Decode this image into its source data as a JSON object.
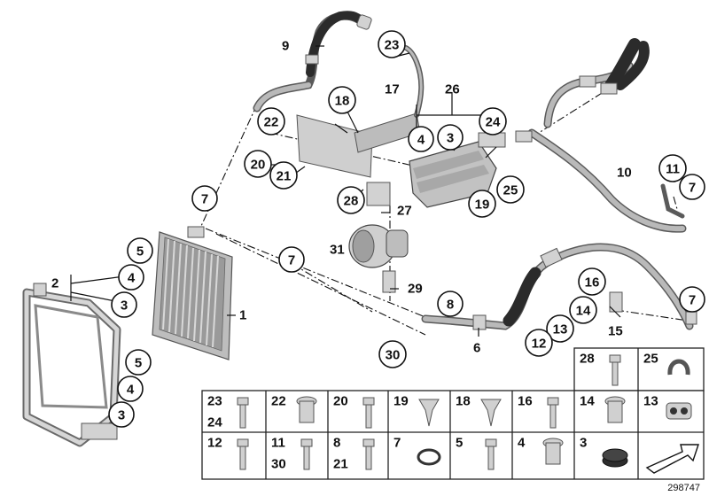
{
  "diagram": {
    "reference_number": "298747",
    "callouts": [
      {
        "id": "c7a",
        "text": "7"
      },
      {
        "id": "c5a",
        "text": "5"
      },
      {
        "id": "c4a",
        "text": "4"
      },
      {
        "id": "c3a",
        "text": "3"
      },
      {
        "id": "c5b",
        "text": "5"
      },
      {
        "id": "c4b",
        "text": "4"
      },
      {
        "id": "c3b",
        "text": "3"
      },
      {
        "id": "c23",
        "text": "23"
      },
      {
        "id": "c18",
        "text": "18"
      },
      {
        "id": "c22",
        "text": "22"
      },
      {
        "id": "c20",
        "text": "20"
      },
      {
        "id": "c21",
        "text": "21"
      },
      {
        "id": "c28",
        "text": "28"
      },
      {
        "id": "c4c",
        "text": "4"
      },
      {
        "id": "c3c",
        "text": "3"
      },
      {
        "id": "c24",
        "text": "24"
      },
      {
        "id": "c25",
        "text": "25"
      },
      {
        "id": "c19",
        "text": "19"
      },
      {
        "id": "c11",
        "text": "11"
      },
      {
        "id": "c7b",
        "text": "7"
      },
      {
        "id": "c7c",
        "text": "7"
      },
      {
        "id": "c8",
        "text": "8"
      },
      {
        "id": "c30",
        "text": "30"
      },
      {
        "id": "c16",
        "text": "16"
      },
      {
        "id": "c14",
        "text": "14"
      },
      {
        "id": "c13",
        "text": "13"
      },
      {
        "id": "c12",
        "text": "12"
      },
      {
        "id": "c7d",
        "text": "7"
      }
    ],
    "labels": [
      {
        "id": "l9",
        "text": "9"
      },
      {
        "id": "l17",
        "text": "17"
      },
      {
        "id": "l26",
        "text": "26"
      },
      {
        "id": "l10",
        "text": "10"
      },
      {
        "id": "l1",
        "text": "1"
      },
      {
        "id": "l2",
        "text": "2"
      },
      {
        "id": "l27",
        "text": "27"
      },
      {
        "id": "l31",
        "text": "31"
      },
      {
        "id": "l29",
        "text": "29"
      },
      {
        "id": "l6",
        "text": "6"
      },
      {
        "id": "l15",
        "text": "15"
      }
    ]
  },
  "parts_grid": {
    "cells": [
      {
        "id": "g28",
        "labels": [
          "28"
        ],
        "icon": "hex-bolt"
      },
      {
        "id": "g25",
        "labels": [
          "25"
        ],
        "icon": "hose-clip"
      },
      {
        "id": "g23",
        "labels": [
          "23",
          "24"
        ],
        "icon": "flange-bolt"
      },
      {
        "id": "g22",
        "labels": [
          "22"
        ],
        "icon": "grommet"
      },
      {
        "id": "g20",
        "labels": [
          "20"
        ],
        "icon": "collar-screw"
      },
      {
        "id": "g19",
        "labels": [
          "19"
        ],
        "icon": "push-rivet"
      },
      {
        "id": "g18",
        "labels": [
          "18"
        ],
        "icon": "expanding-nut"
      },
      {
        "id": "g16",
        "labels": [
          "16"
        ],
        "icon": "torx-screw"
      },
      {
        "id": "g14",
        "labels": [
          "14"
        ],
        "icon": "spacer-sleeve"
      },
      {
        "id": "g13",
        "labels": [
          "13"
        ],
        "icon": "double-pipe-clip"
      },
      {
        "id": "g12",
        "labels": [
          "12"
        ],
        "icon": "long-bolt"
      },
      {
        "id": "g11",
        "labels": [
          "11",
          "30"
        ],
        "icon": "stud-bolt"
      },
      {
        "id": "g8",
        "labels": [
          "8",
          "21"
        ],
        "icon": "hex-bolt"
      },
      {
        "id": "g7",
        "labels": [
          "7"
        ],
        "icon": "o-ring"
      },
      {
        "id": "g5",
        "labels": [
          "5"
        ],
        "icon": "small-screw"
      },
      {
        "id": "g4",
        "labels": [
          "4"
        ],
        "icon": "bushing"
      },
      {
        "id": "g3",
        "labels": [
          "3"
        ],
        "icon": "rubber-mount"
      },
      {
        "id": "g-arrow",
        "labels": [],
        "icon": "direction-arrow"
      }
    ]
  }
}
